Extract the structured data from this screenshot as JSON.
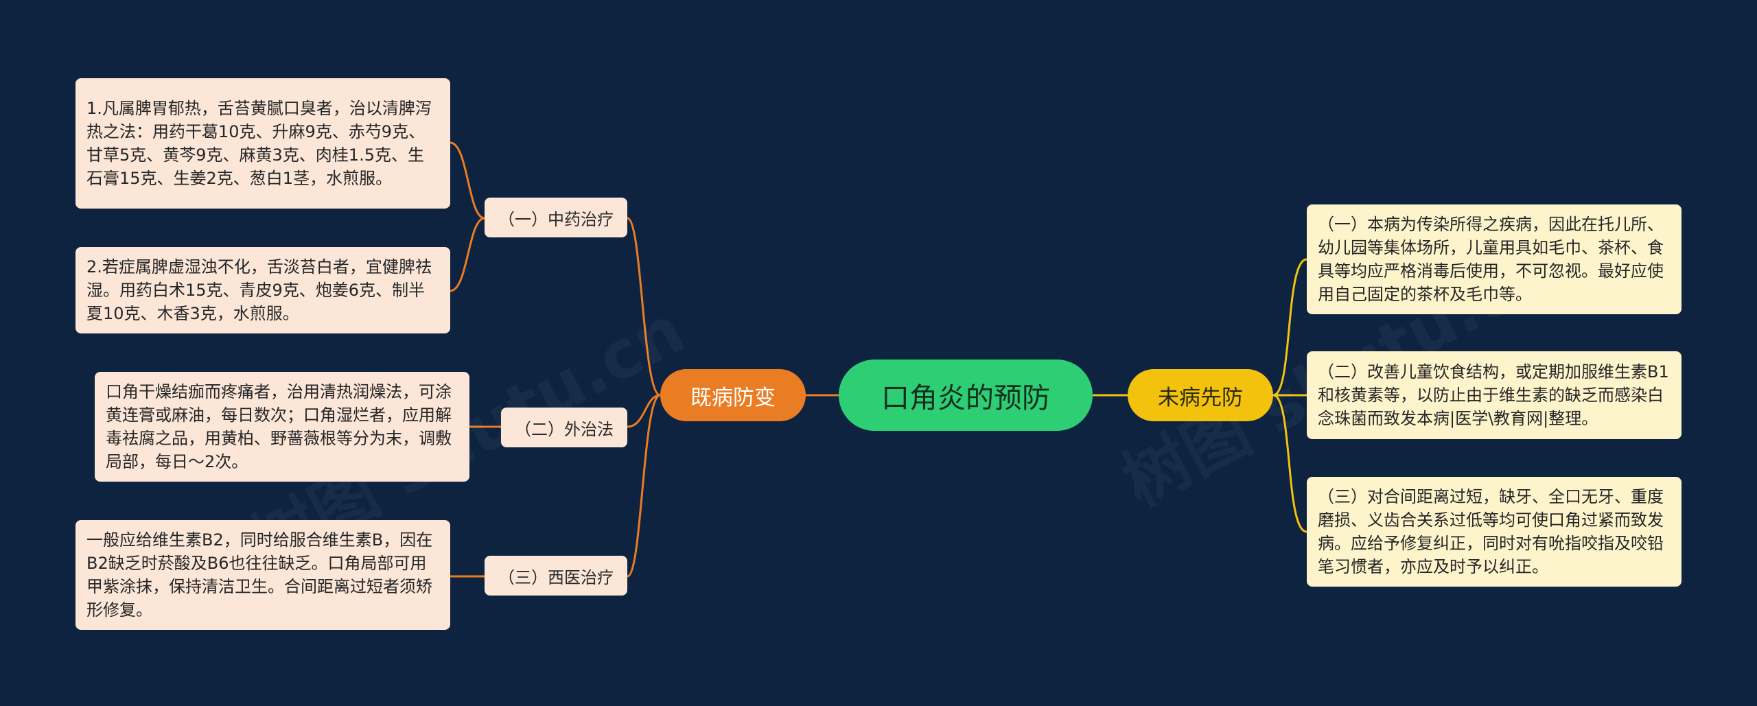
{
  "root": {
    "label": "口角炎的预防"
  },
  "left_branch": {
    "label": "既病防变",
    "children": [
      {
        "label": "（一）中药治疗",
        "leaves": [
          "1.凡属脾胃郁热，舌苔黄腻口臭者，治以清脾泻热之法：用药干葛10克、升麻9克、赤芍9克、甘草5克、黄芩9克、麻黄3克、肉桂1.5克、生石膏15克、生姜2克、葱白1茎，水煎服。",
          "2.若症属脾虚湿浊不化，舌淡苔白者，宜健脾祛湿。用药白术15克、青皮9克、炮姜6克、制半夏10克、木香3克，水煎服。"
        ]
      },
      {
        "label": "（二）外治法",
        "leaves": [
          "口角干燥结痂而疼痛者，治用清热润燥法，可涂黄连膏或麻油，每日数次；口角湿烂者，应用解毒祛腐之品，用黄柏、野蔷薇根等分为末，调敷局部，每日～2次。"
        ]
      },
      {
        "label": "（三）西医治疗",
        "leaves": [
          "一般应给维生素B2，同时给服合维生素B，因在B2缺乏时菸酸及B6也往往缺乏。口角局部可用甲紫涂抹，保持清洁卫生。合间距离过短者须矫形修复。"
        ]
      }
    ]
  },
  "right_branch": {
    "label": "未病先防",
    "leaves": [
      "（一）本病为传染所得之疾病，因此在托儿所、幼儿园等集体场所，儿童用具如毛巾、茶杯、食具等均应严格消毒后使用，不可忽视。最好应使用自己固定的茶杯及毛巾等。",
      "（二）改善儿童饮食结构，或定期加服维生素B1和核黄素等，以防止由于维生素的缺乏而感染白念珠菌而致发本病|医学\\教育网|整理。",
      "（三）对合间距离过短，缺牙、全口无牙、重度磨损、义齿合关系过低等均可使口角过紧而致发病。应给予修复纠正，同时对有吮指咬指及咬铅笔习惯者，亦应及时予以纠正。"
    ]
  },
  "colors": {
    "background": "#0d2340",
    "root": "#2ecf74",
    "left_branch": "#ea7c24",
    "right_branch": "#f2c20d",
    "left_card": "#fbe6d8",
    "right_card": "#fdf4cc"
  }
}
